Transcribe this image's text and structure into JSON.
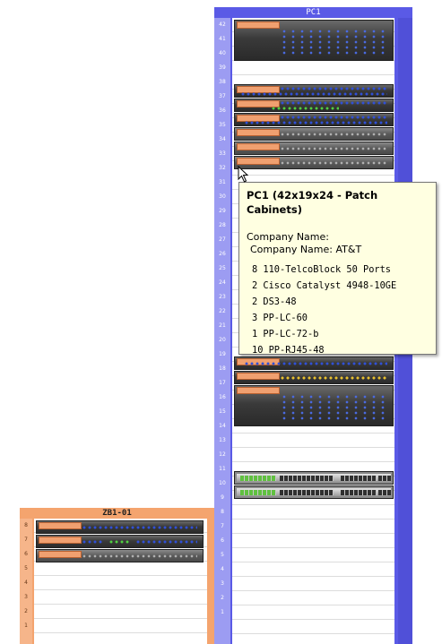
{
  "racks": {
    "pc1": {
      "title": "PC1",
      "color": "#5a5ae6",
      "units": [
        "42",
        "41",
        "40",
        "39",
        "38",
        "37",
        "36",
        "35",
        "34",
        "33",
        "32",
        "31",
        "30",
        "29",
        "28",
        "27",
        "26",
        "25",
        "24",
        "23",
        "22",
        "21",
        "20",
        "19",
        "18",
        "17",
        "16",
        "15",
        "14",
        "13",
        "12",
        "11",
        "10",
        "9",
        "8",
        "7",
        "6",
        "5",
        "4",
        "3",
        "2",
        "1"
      ]
    },
    "zb1": {
      "title": "ZB1-01",
      "color": "#f4a46e",
      "units": [
        "8",
        "7",
        "6",
        "5",
        "4",
        "3",
        "2",
        "1"
      ]
    }
  },
  "tooltip": {
    "title": "PC1 (42x19x24 - Patch Cabinets)",
    "company_label": "Company Name:",
    "company_value": "Company Name: AT&T",
    "items": [
      {
        "count": "8",
        "name": "110-TelcoBlock 50 Ports"
      },
      {
        "count": "2",
        "name": "Cisco Catalyst 4948-10GE"
      },
      {
        "count": "2",
        "name": "DS3-48"
      },
      {
        "count": "3",
        "name": "PP-LC-60"
      },
      {
        "count": "1",
        "name": "PP-LC-72-b"
      },
      {
        "count": "10",
        "name": "PP-RJ45-48"
      }
    ]
  },
  "icons": {
    "cursor": "mouse-pointer-icon"
  }
}
